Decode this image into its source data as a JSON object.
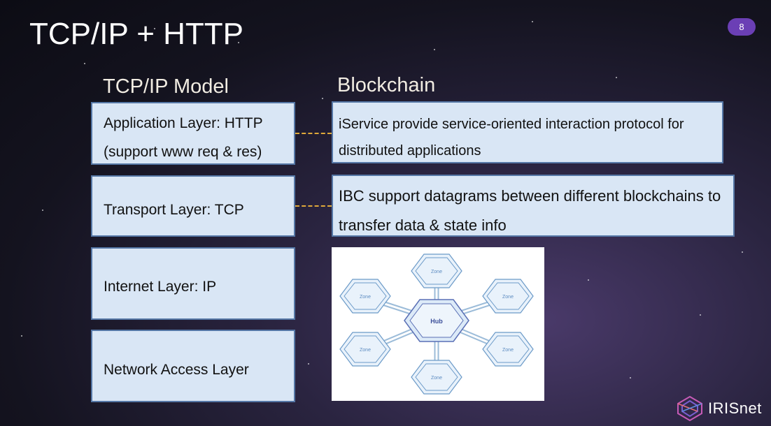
{
  "slide": {
    "title": "TCP/IP + HTTP",
    "page_number": "8"
  },
  "columns": {
    "left_heading": "TCP/IP Model",
    "right_heading": "Blockchain"
  },
  "tcpip_layers": [
    {
      "line1": "Application Layer: HTTP",
      "line2": "(support www req & res)"
    },
    {
      "line1": "Transport Layer: TCP",
      "line2": ""
    },
    {
      "line1": "Internet Layer: IP",
      "line2": ""
    },
    {
      "line1": "Network Access Layer",
      "line2": ""
    }
  ],
  "blockchain_boxes": [
    {
      "line1": "iService provide service-oriented interaction protocol for",
      "line2": "distributed applications"
    },
    {
      "line1": "IBC support datagrams between different blockchains to",
      "line2": "transfer data & state info"
    }
  ],
  "diagram": {
    "hub_label": "Hub",
    "zone_label": "Zone"
  },
  "logo": {
    "text": "IRISnet"
  }
}
